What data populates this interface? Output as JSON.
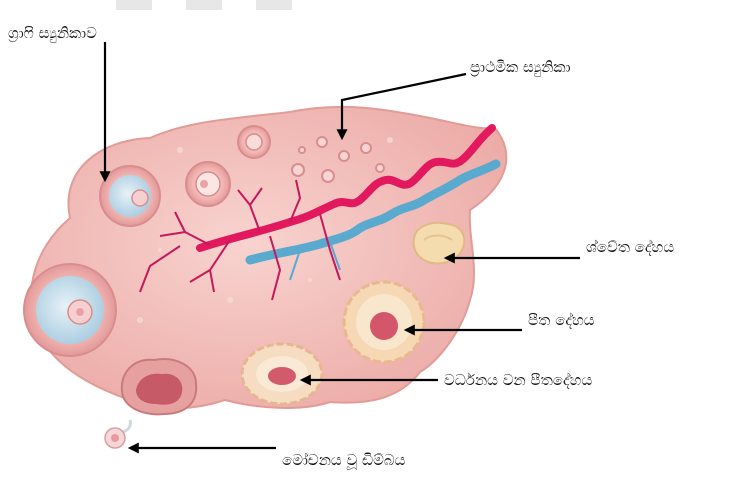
{
  "labels": {
    "graafian_follicle": "ග්‍රාෆි ස්‍යුනිකාව",
    "primary_follicle": "ප්‍රාථමික ස්‍යුනිකා",
    "corpus_albicans": "ශ්වේත දේහය",
    "corpus_luteum": "පීත දේහය",
    "developing_corpus_luteum": "වර්ධනය වන පීතදේහය",
    "ovulated_egg": "මෝචනය වූ ඩිම්බය"
  },
  "colors": {
    "ovary_tissue": "#f4c4c0",
    "artery": "#e2195f",
    "vein": "#5aa9cf",
    "follicle_fluid": "#cfe3ef",
    "arrow": "#000000"
  }
}
